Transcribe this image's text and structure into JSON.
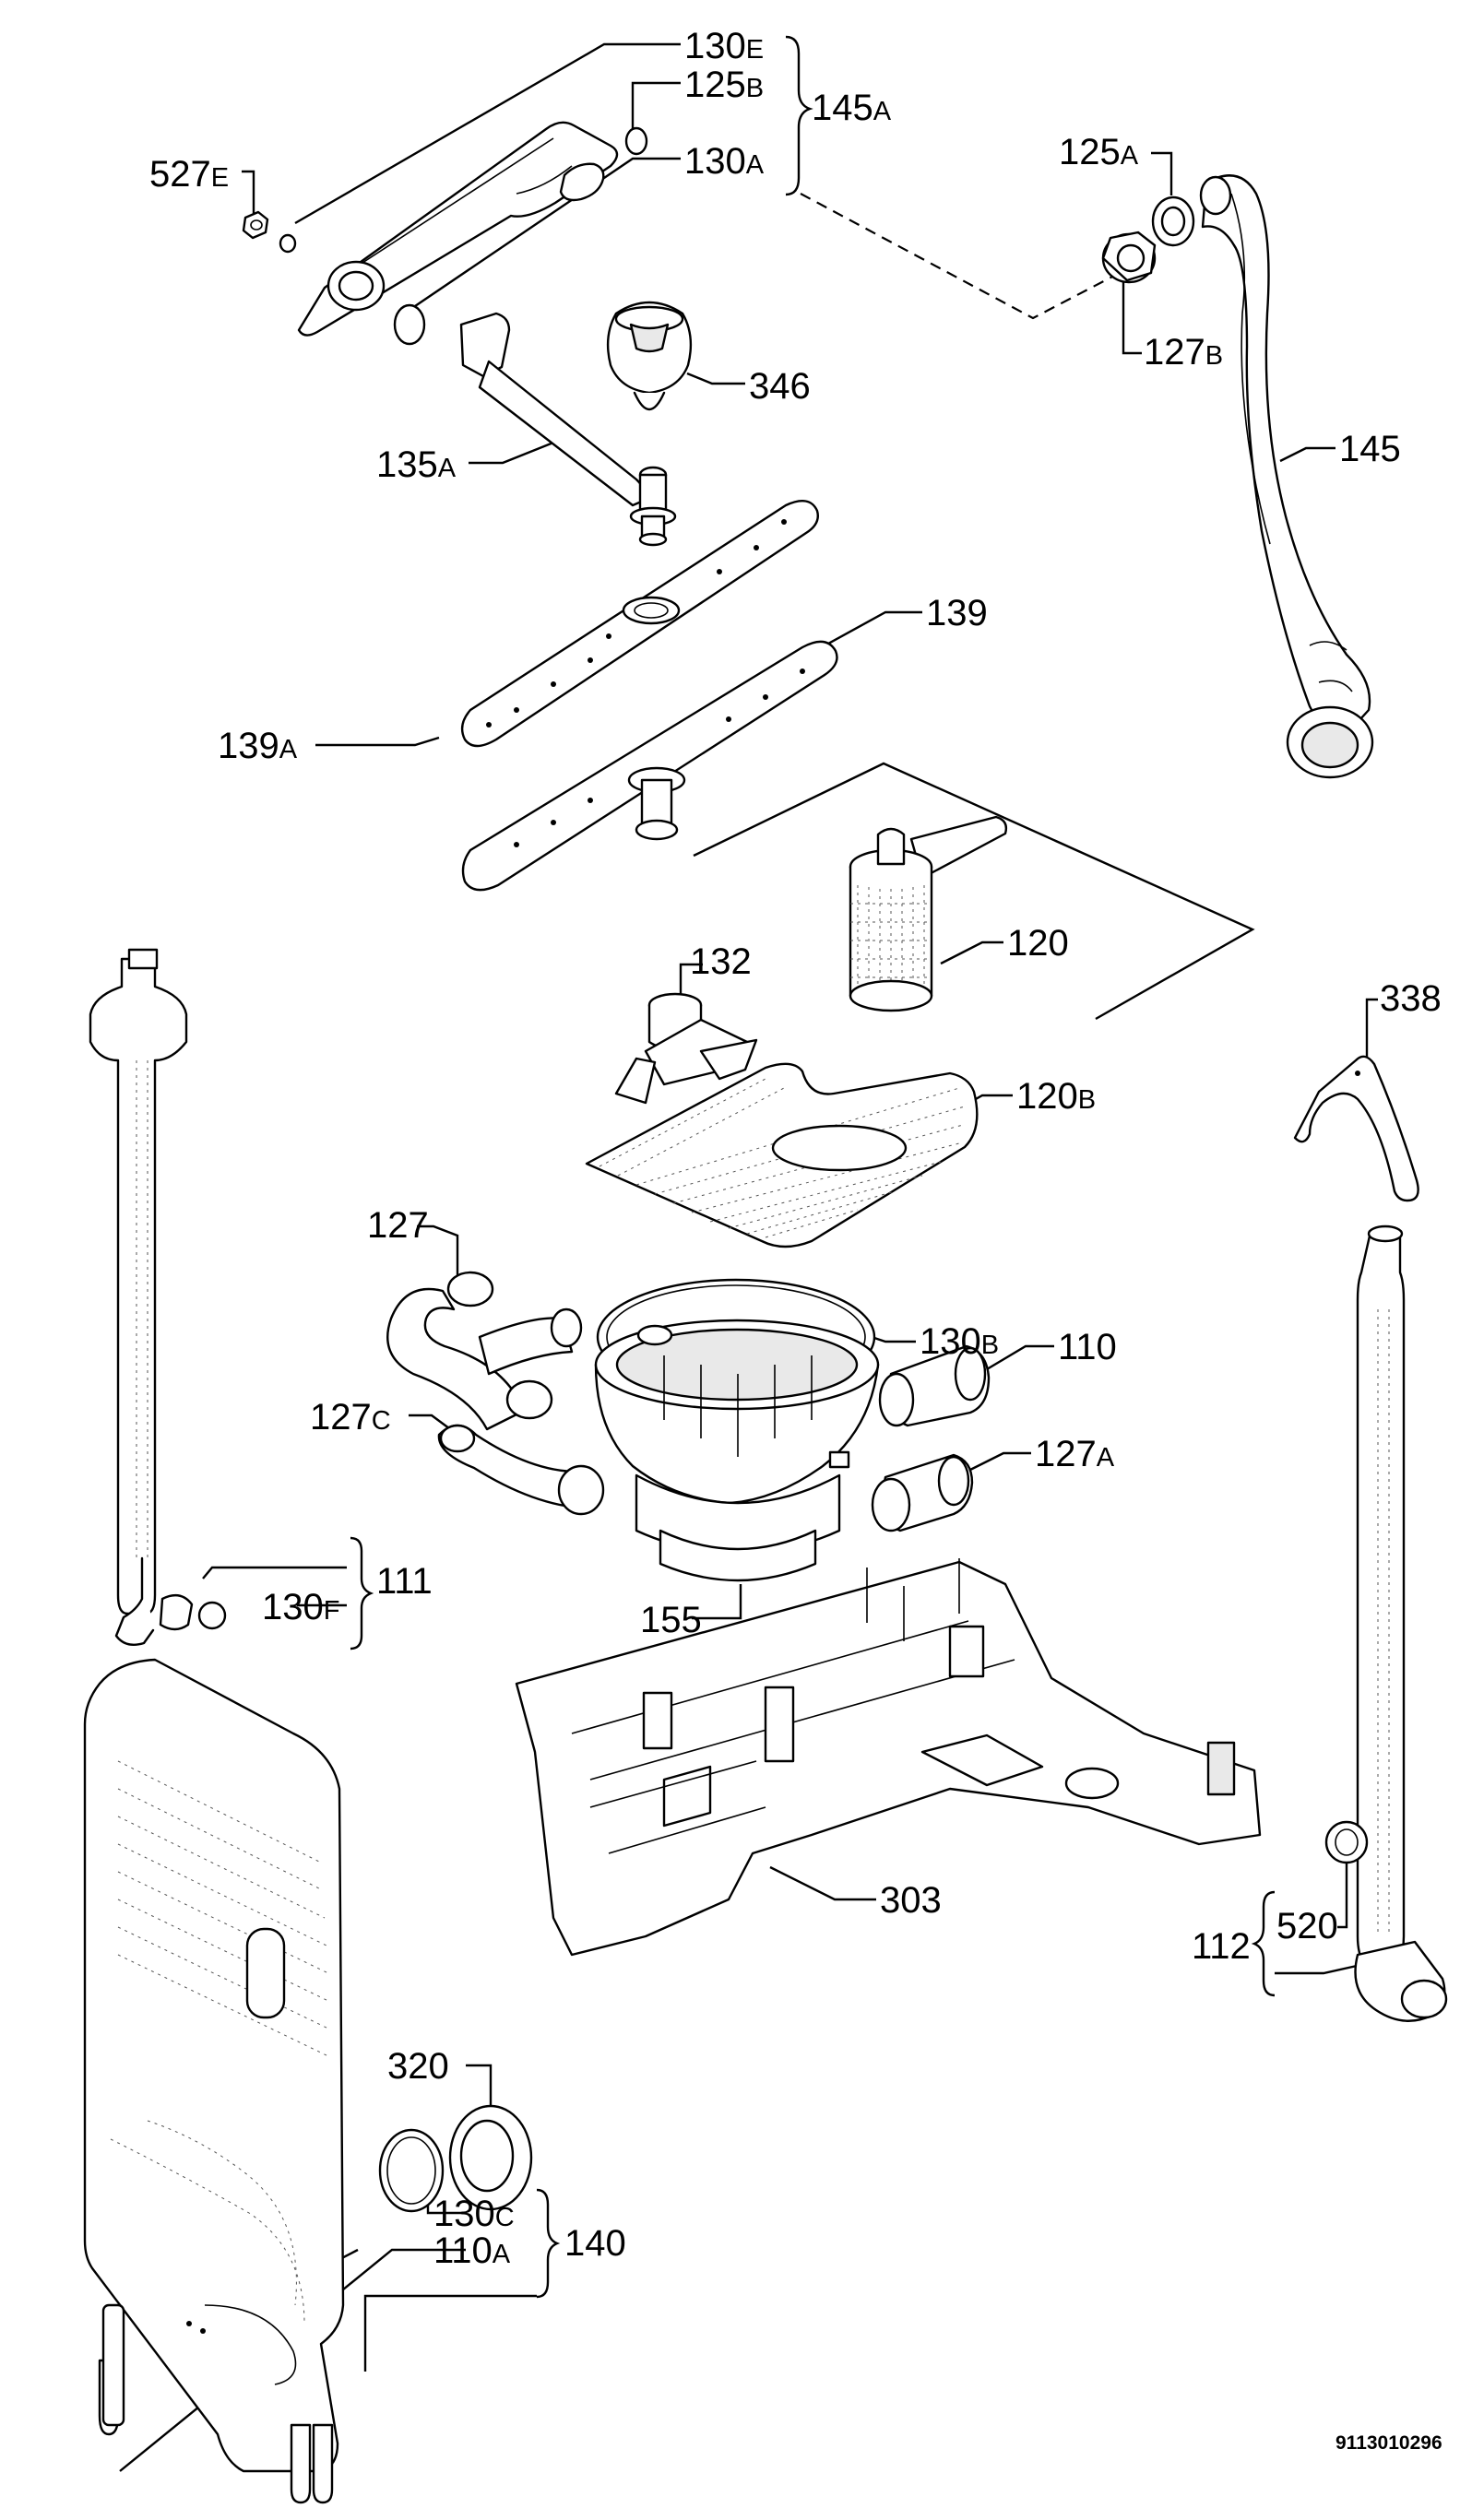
{
  "labels": [
    {
      "id": "lbl-130e",
      "main": "130",
      "sub": "E"
    },
    {
      "id": "lbl-125b",
      "main": "125",
      "sub": "B"
    },
    {
      "id": "lbl-130a",
      "main": "130",
      "sub": "A"
    },
    {
      "id": "lbl-145a",
      "main": "145",
      "sub": "A"
    },
    {
      "id": "lbl-527e",
      "main": "527",
      "sub": "E"
    },
    {
      "id": "lbl-125a",
      "main": "125",
      "sub": "A"
    },
    {
      "id": "lbl-127b",
      "main": "127",
      "sub": "B"
    },
    {
      "id": "lbl-346",
      "main": "346",
      "sub": ""
    },
    {
      "id": "lbl-135a",
      "main": "135",
      "sub": "A"
    },
    {
      "id": "lbl-145",
      "main": "145",
      "sub": ""
    },
    {
      "id": "lbl-139",
      "main": "139",
      "sub": ""
    },
    {
      "id": "lbl-139a",
      "main": "139",
      "sub": "A"
    },
    {
      "id": "lbl-120",
      "main": "120",
      "sub": ""
    },
    {
      "id": "lbl-132",
      "main": "132",
      "sub": ""
    },
    {
      "id": "lbl-338",
      "main": "338",
      "sub": ""
    },
    {
      "id": "lbl-120b",
      "main": "120",
      "sub": "B"
    },
    {
      "id": "lbl-127",
      "main": "127",
      "sub": ""
    },
    {
      "id": "lbl-130b",
      "main": "130",
      "sub": "B"
    },
    {
      "id": "lbl-110",
      "main": "110",
      "sub": ""
    },
    {
      "id": "lbl-127c",
      "main": "127",
      "sub": "C"
    },
    {
      "id": "lbl-127a",
      "main": "127",
      "sub": "A"
    },
    {
      "id": "lbl-111",
      "main": "111",
      "sub": ""
    },
    {
      "id": "lbl-130f",
      "main": "130",
      "sub": "F"
    },
    {
      "id": "lbl-155",
      "main": "155",
      "sub": ""
    },
    {
      "id": "lbl-303",
      "main": "303",
      "sub": ""
    },
    {
      "id": "lbl-520",
      "main": "520",
      "sub": ""
    },
    {
      "id": "lbl-112",
      "main": "112",
      "sub": ""
    },
    {
      "id": "lbl-320",
      "main": "320",
      "sub": ""
    },
    {
      "id": "lbl-130c",
      "main": "130",
      "sub": "C"
    },
    {
      "id": "lbl-110a",
      "main": "110",
      "sub": "A"
    },
    {
      "id": "lbl-140",
      "main": "140",
      "sub": ""
    }
  ],
  "drawing_code": "9113010296"
}
